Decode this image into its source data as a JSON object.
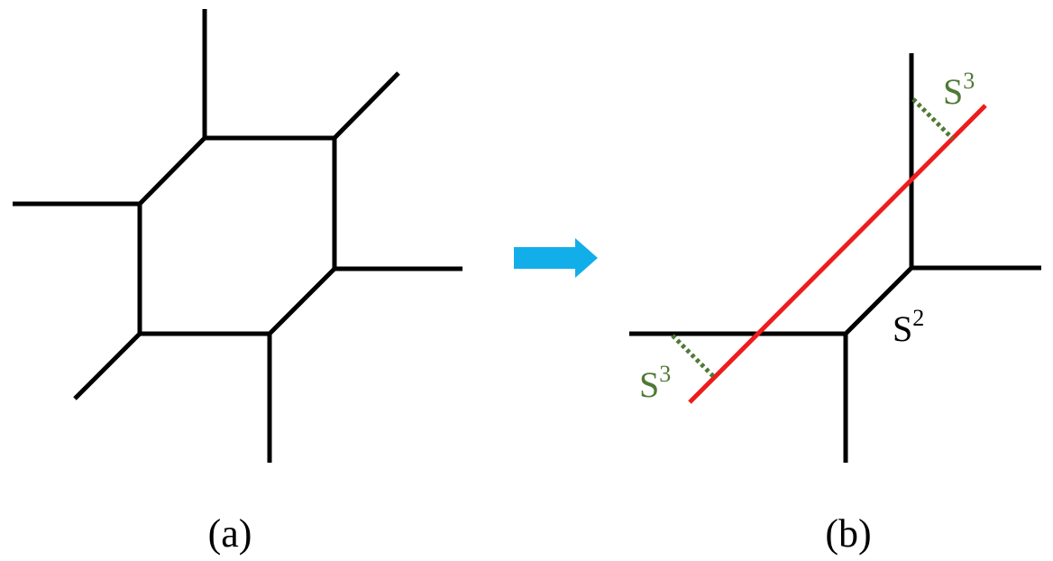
{
  "panels": {
    "a": {
      "caption": "(a)"
    },
    "b": {
      "caption": "(b)",
      "labels": {
        "s2": {
          "base": "S",
          "sup": "2"
        },
        "s3_top": {
          "base": "S",
          "sup": "3"
        },
        "s3_bottom": {
          "base": "S",
          "sup": "3"
        }
      }
    }
  },
  "colors": {
    "edges": "#000000",
    "cut_line": "#ee1c1c",
    "s3_label": "#4f7a35",
    "s2_label": "#000000",
    "arrow": "#12aee9"
  }
}
